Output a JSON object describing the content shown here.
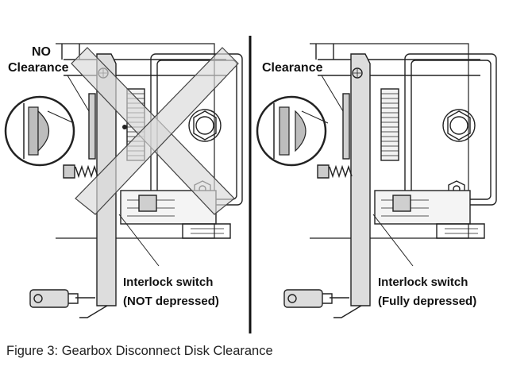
{
  "left_panel": {
    "label_line1": "NO",
    "label_line2": "Clearance",
    "switch_line1": "Interlock switch",
    "switch_line2": "(NOT depressed)"
  },
  "right_panel": {
    "label": "Clearance",
    "switch_line1": "Interlock switch",
    "switch_line2": "(Fully depressed)"
  },
  "caption": "Figure 3: Gearbox Disconnect Disk Clearance",
  "colors": {
    "line": "#222222",
    "gray": "#bdbdbd",
    "light": "#e6e6e6",
    "cross": "#d9d9d9"
  }
}
